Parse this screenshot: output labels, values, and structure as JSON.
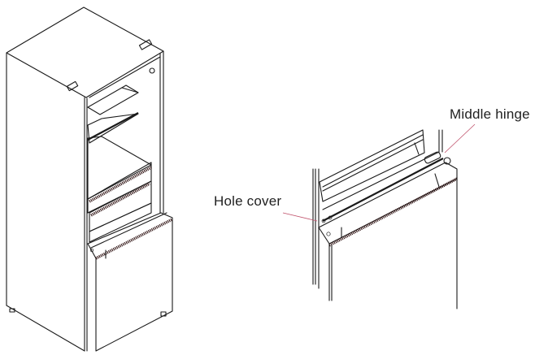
{
  "figure": {
    "left_view": "full-refrigerator-open-freezer-door",
    "right_view": "detail-middle-hinge-area"
  },
  "callouts": [
    {
      "id": "middle-hinge",
      "label": "Middle hinge"
    },
    {
      "id": "hole-cover",
      "label": "Hole cover"
    }
  ],
  "colors": {
    "line": "#1a1a1a",
    "leader": "#c0506a",
    "text": "#1f1f1f",
    "background": "#ffffff"
  }
}
